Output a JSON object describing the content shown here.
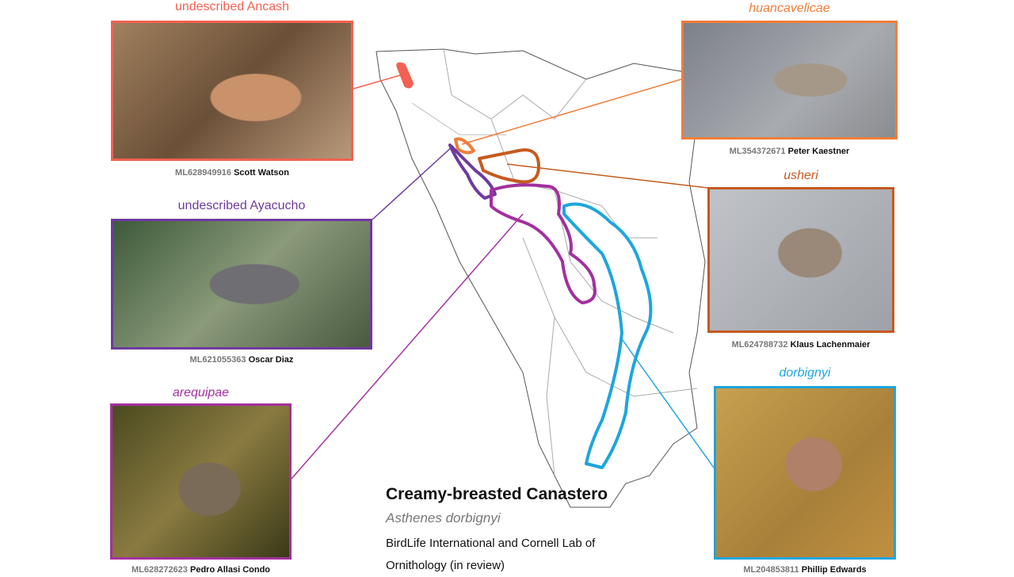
{
  "legend": {
    "common_name": "Creamy-breasted Canastero",
    "scientific_name": "Asthenes dorbignyi",
    "credit": "BirdLife International and Cornell Lab of Ornithology (in review)"
  },
  "panels": [
    {
      "title": "undescribed Ancash",
      "ml": "ML628949916",
      "photographer": "Scott Watson",
      "color": "#f26152"
    },
    {
      "title": "undescribed Ayacucho",
      "ml": "ML621055363",
      "photographer": "Oscar Diaz",
      "color": "#6e3aa0"
    },
    {
      "title": "arequipae",
      "ml": "ML628272623",
      "photographer": "Pedro Allasi Condo",
      "color": "#a3309f"
    },
    {
      "title": "huancavelicae",
      "ml": "ML354372671",
      "photographer": "Peter Kaestner",
      "color": "#ef7d3a"
    },
    {
      "title": "usheri",
      "ml": "ML624788732",
      "photographer": "Klaus Lachenmaier",
      "color": "#c55a1e"
    },
    {
      "title": "dorbignyi",
      "ml": "ML204853811",
      "photographer": "Phillip Edwards",
      "color": "#1ea5dc"
    }
  ]
}
